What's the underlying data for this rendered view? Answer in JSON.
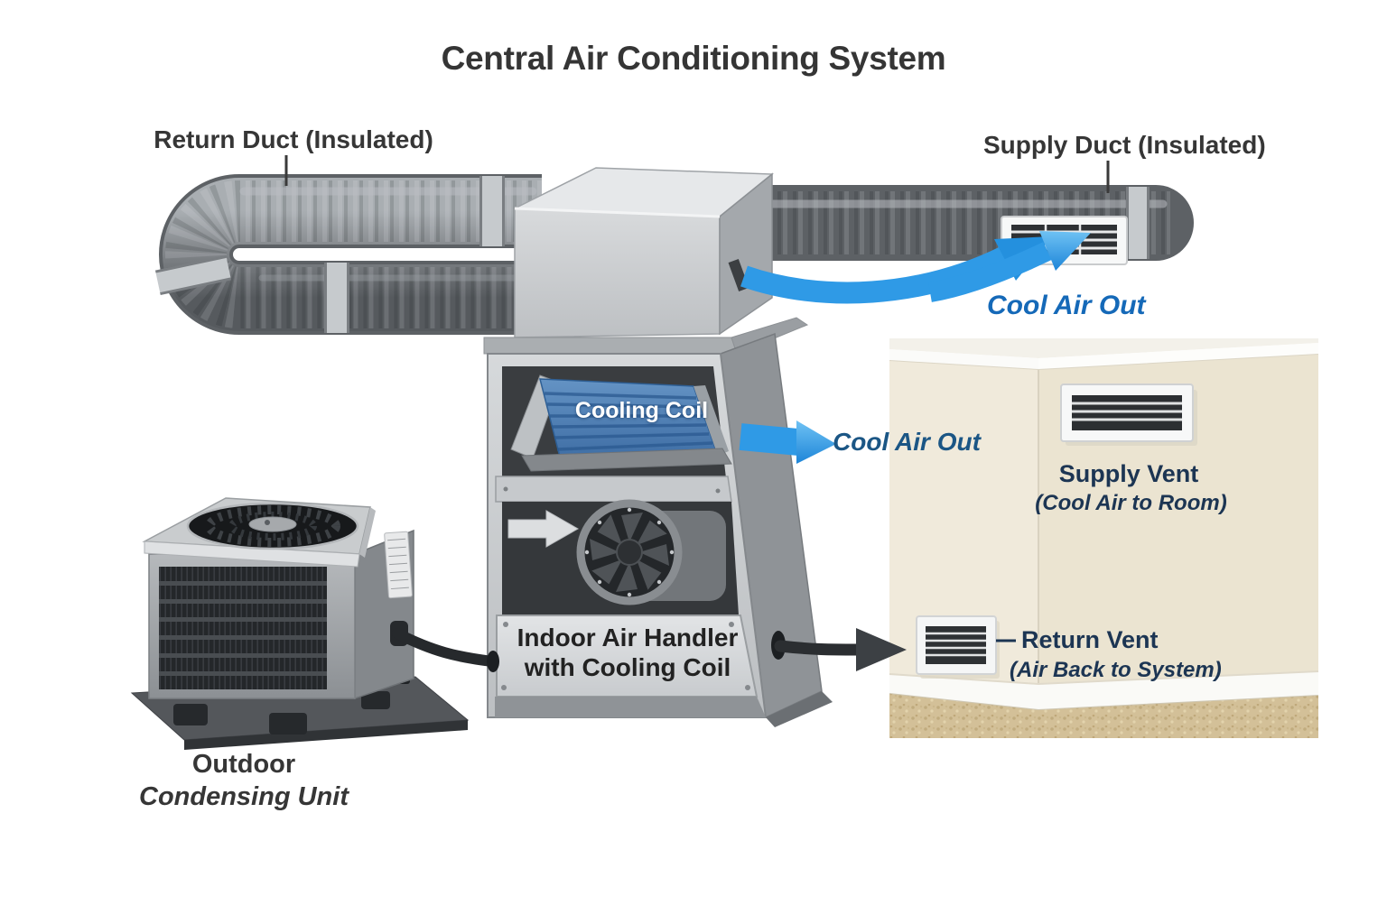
{
  "title": "Central Air Conditioning System",
  "diagram": {
    "ducts": {
      "return_label": "Return Duct (Insulated)",
      "supply_label": "Supply Duct (Insulated)"
    },
    "airflow": {
      "cool_air_out_vent": "Cool Air Out",
      "cool_air_out_handler": "Cool Air Out"
    },
    "air_handler": {
      "coil_label": "Cooling Coil",
      "name_line1": "Indoor Air Handler",
      "name_line2": "with Cooling Coil"
    },
    "room": {
      "supply_vent_label": "Supply Vent",
      "supply_vent_sublabel": "(Cool Air to Room)",
      "return_vent_label": "Return Vent",
      "return_vent_sublabel": "(Air Back to System)"
    },
    "outdoor_unit": {
      "label_line1": "Outdoor",
      "label_line2": "Condensing Unit"
    }
  },
  "colors": {
    "background": "#ffffff",
    "label_dark": "#363636",
    "cool_air_blue": "#2f9ae6",
    "cool_air_label_blue": "#1569b8",
    "handler_air_label_navy": "#1b5685",
    "room_label_navy": "#1c3553",
    "duct_gray": "#84888c",
    "coil_blue": "#4e81b6",
    "metal_light": "#d2d5d7",
    "wall_cream": "#efe9da",
    "carpet_tan": "#d3c098"
  },
  "icons": {
    "cool_air_swoosh": "blue-flow-arrow",
    "return_air_arrow": "dark-flow-arrow",
    "blower_airflow": "white-flow-arrow"
  }
}
